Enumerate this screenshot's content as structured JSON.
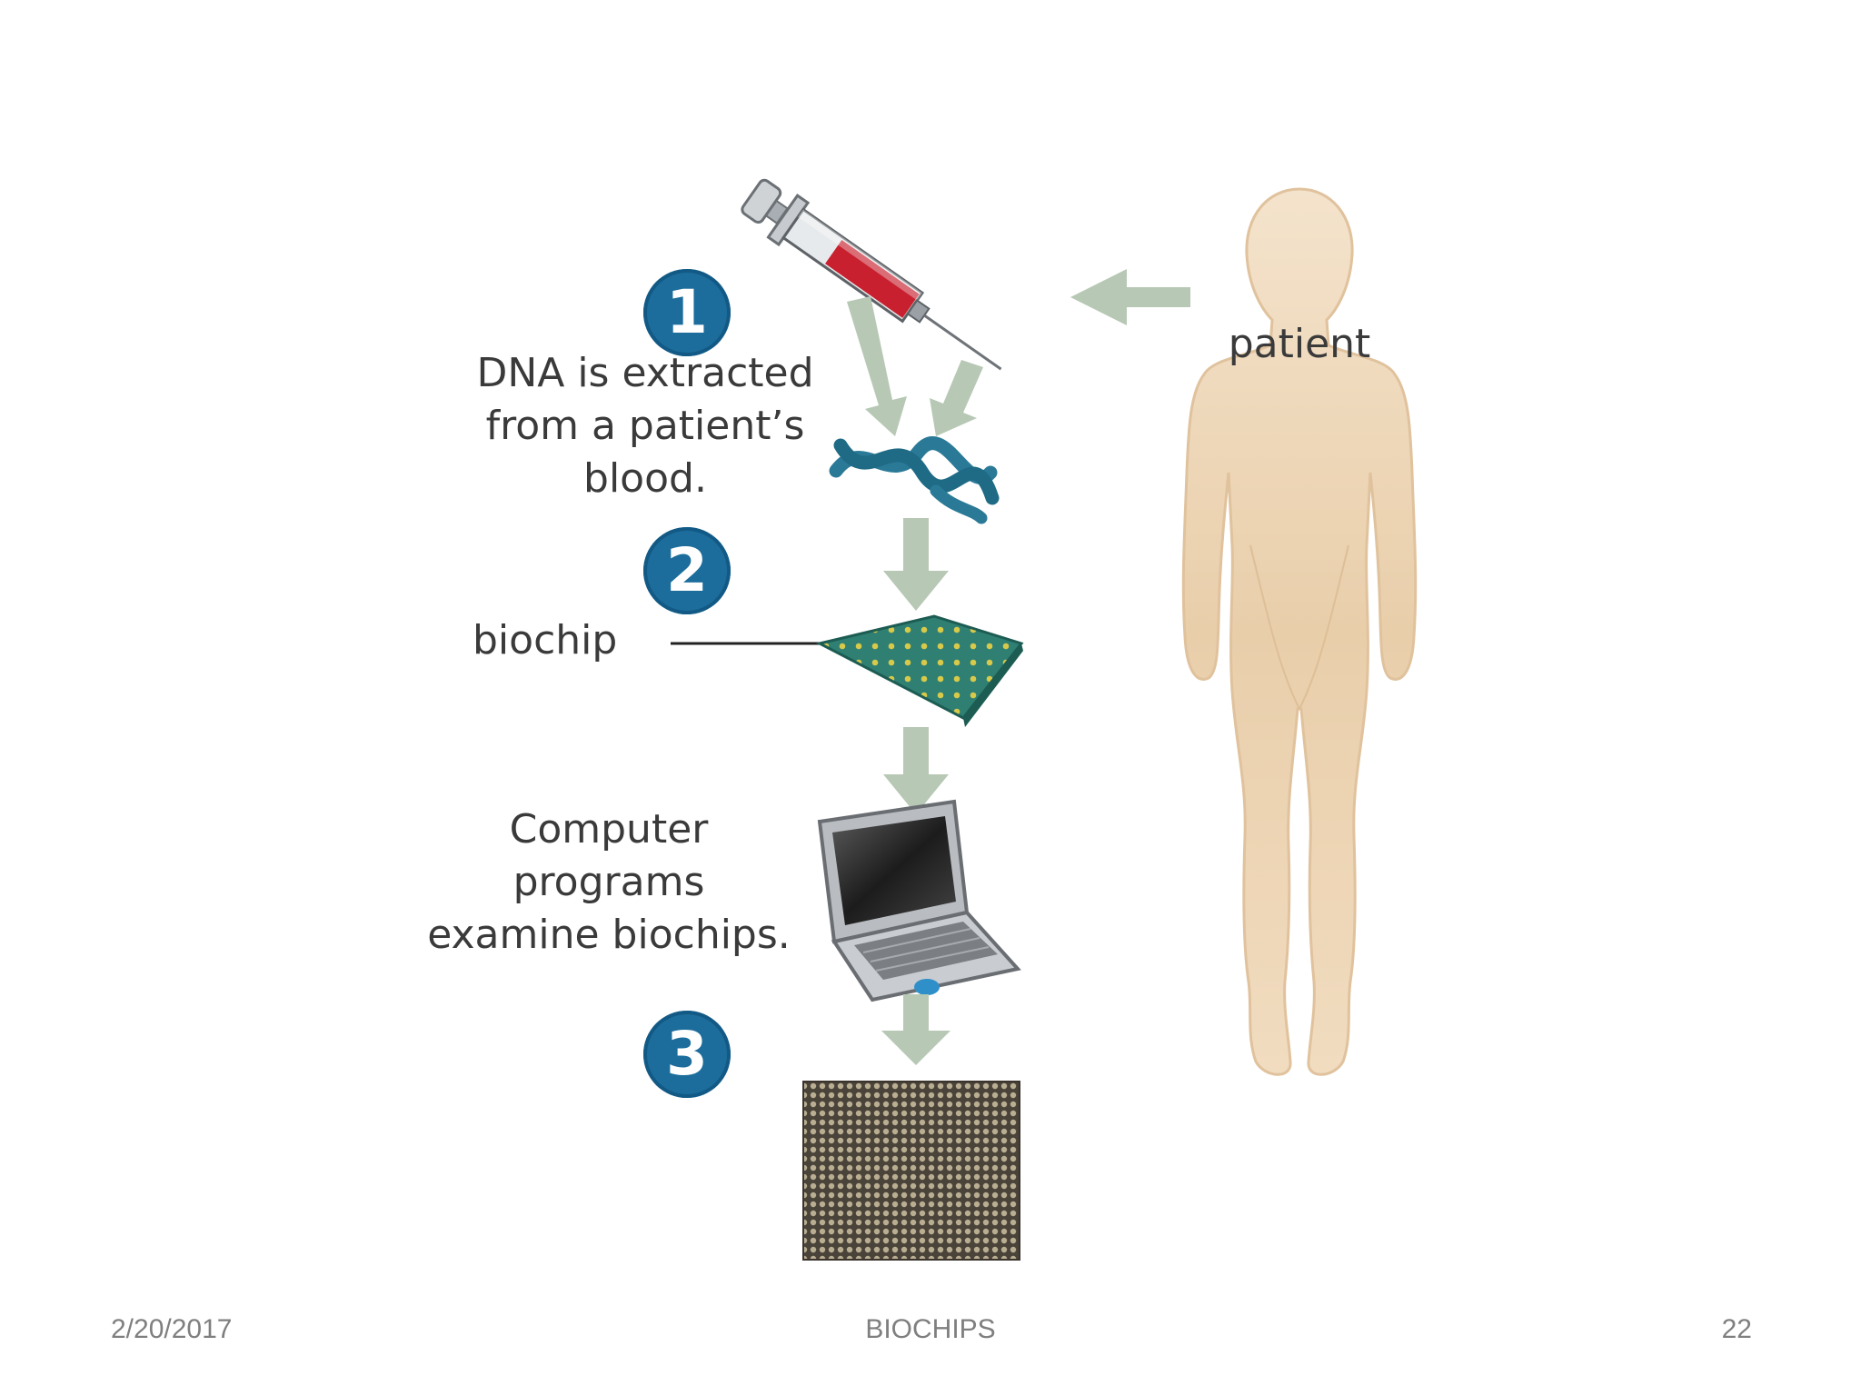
{
  "steps": [
    {
      "number": "1",
      "text": "DNA is extracted\nfrom a patient’s\nblood."
    },
    {
      "number": "2",
      "text": "biochip"
    },
    {
      "number": "3",
      "text": "Computer\nprograms\nexamine biochips."
    }
  ],
  "patient_label": "patient",
  "footer": {
    "date": "2/20/2017",
    "title": "BIOCHIPS",
    "page": "22"
  },
  "colors": {
    "badge": "#1c6d9c",
    "arrow": "#b7c8b5",
    "body": "#ecd5b8",
    "dna": "#2a7a97",
    "chip": "#2f7f73",
    "blood": "#c8202e"
  },
  "icons": [
    "syringe-icon",
    "dna-helix-icon",
    "biochip-icon",
    "laptop-icon",
    "microarray-grid-icon",
    "patient-silhouette-icon",
    "arrow-icon"
  ]
}
